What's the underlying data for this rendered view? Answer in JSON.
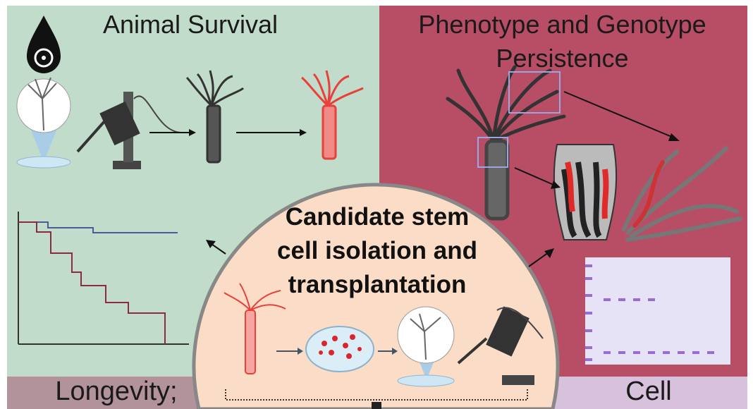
{
  "sections": {
    "animal_survival": "Animal Survival",
    "phenotype_line1": "Phenotype and Genotype",
    "phenotype_line2": "Persistence",
    "longevity": "Longevity;",
    "cell": "Cell"
  },
  "center": {
    "line1": "Candidate stem",
    "line2": "cell isolation and",
    "line3": "transplantation"
  },
  "colors": {
    "green_panel": "#c2dccb",
    "red_panel": "#b84d66",
    "circle_fill": "#fbdcc6",
    "survival_control": "#4a5b9a",
    "survival_treated": "#8a2a45",
    "gel_band": "#9a6ad6"
  }
}
